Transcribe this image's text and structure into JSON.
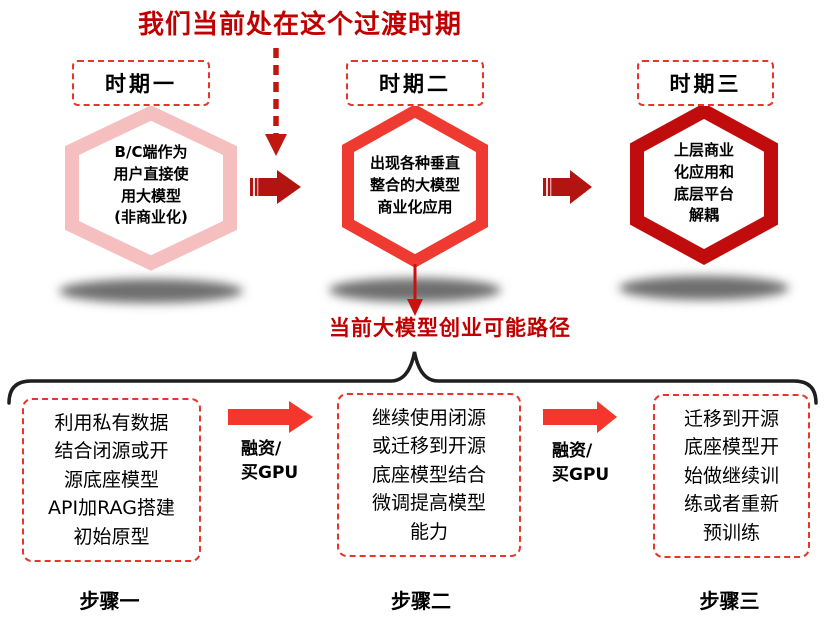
{
  "title": "我们当前处在这个过渡时期",
  "caption": "当前大模型创业可能路径",
  "phases": [
    {
      "label": "时期一",
      "text": "B/C端作为\n用户直接使\n用大模型\n(非商业化)"
    },
    {
      "label": "时期二",
      "text": "出现各种垂直\n整合的大模型\n商业化应用"
    },
    {
      "label": "时期三",
      "text": "上层商业\n化应用和\n底层平台\n解耦"
    }
  ],
  "steps": [
    {
      "label": "步骤一",
      "text": "利用私有数据\n结合闭源或开\n源底座模型\nAPI加RAG搭建\n初始原型"
    },
    {
      "label": "步骤二",
      "text": "继续使用闭源\n或迁移到开源\n底座模型结合\n微调提高模型\n能力"
    },
    {
      "label": "步骤三",
      "text": "迁移到开源\n底座模型开\n始做继续训\n练或者重新\n预训练"
    }
  ],
  "transitions": [
    {
      "label": "融资/\n买GPU"
    },
    {
      "label": "融资/\n买GPU"
    }
  ],
  "colors": {
    "title_red": "#c00000",
    "caption_red": "#c00000",
    "dashed_border": "#e8342a",
    "dashed_arrow": "#c0170f",
    "hex1_border": "#f6bfbf",
    "hex2_border": "#ee3a30",
    "hex3_border": "#c00c0c",
    "dark_arrow": "#b21511",
    "bright_arrow": "#f5362c",
    "down_arrow": "#cc1111",
    "brace": "#1f1f1f",
    "text": "#000000"
  }
}
